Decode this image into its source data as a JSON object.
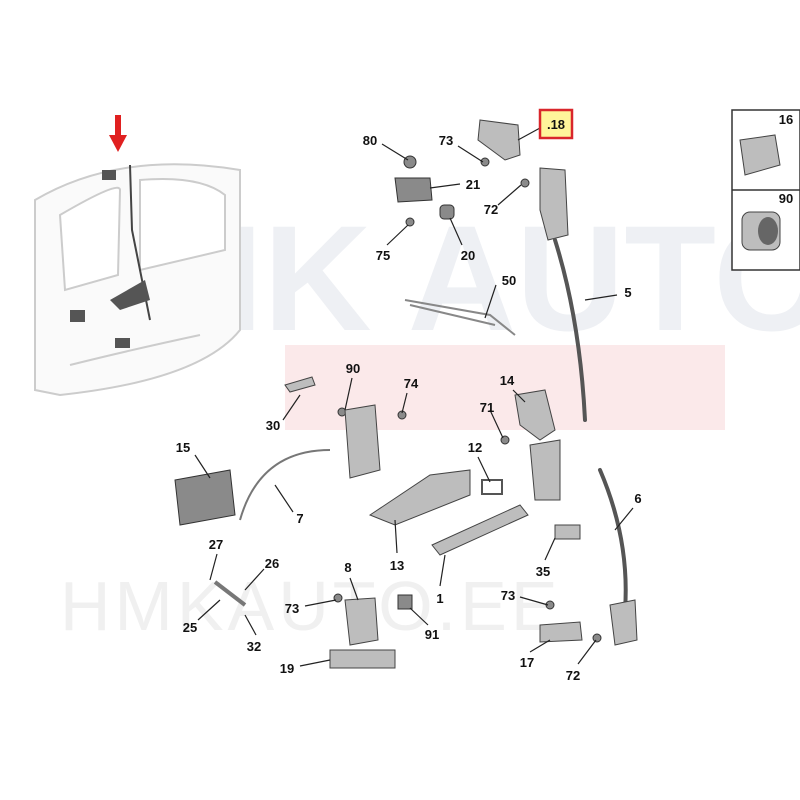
{
  "watermark": {
    "brand": "HMK AUTO",
    "site": "HMKAUTO.EE"
  },
  "highlight_color": "#d9262b",
  "highlight_fill": "#fff59a",
  "callouts": {
    "c80": "80",
    "c73a": "73",
    "c18": ".18",
    "c21": "21",
    "c72a": "72",
    "c75": "75",
    "c20": "20",
    "c50": "50",
    "c5": "5",
    "c90a": "90",
    "c74": "74",
    "c30": "30",
    "c14": "14",
    "c71": "71",
    "c15": "15",
    "c12": "12",
    "c7": "7",
    "c6": "6",
    "c13": "13",
    "c27": "27",
    "c26": "26",
    "c35": "35",
    "c8": "8",
    "c25": "25",
    "c73b": "73",
    "c1": "1",
    "c73c": "73",
    "c32": "32",
    "c91": "91",
    "c19": "19",
    "c17": "17",
    "c72b": "72"
  },
  "side_panel": {
    "c16": "16",
    "c90": "90"
  }
}
